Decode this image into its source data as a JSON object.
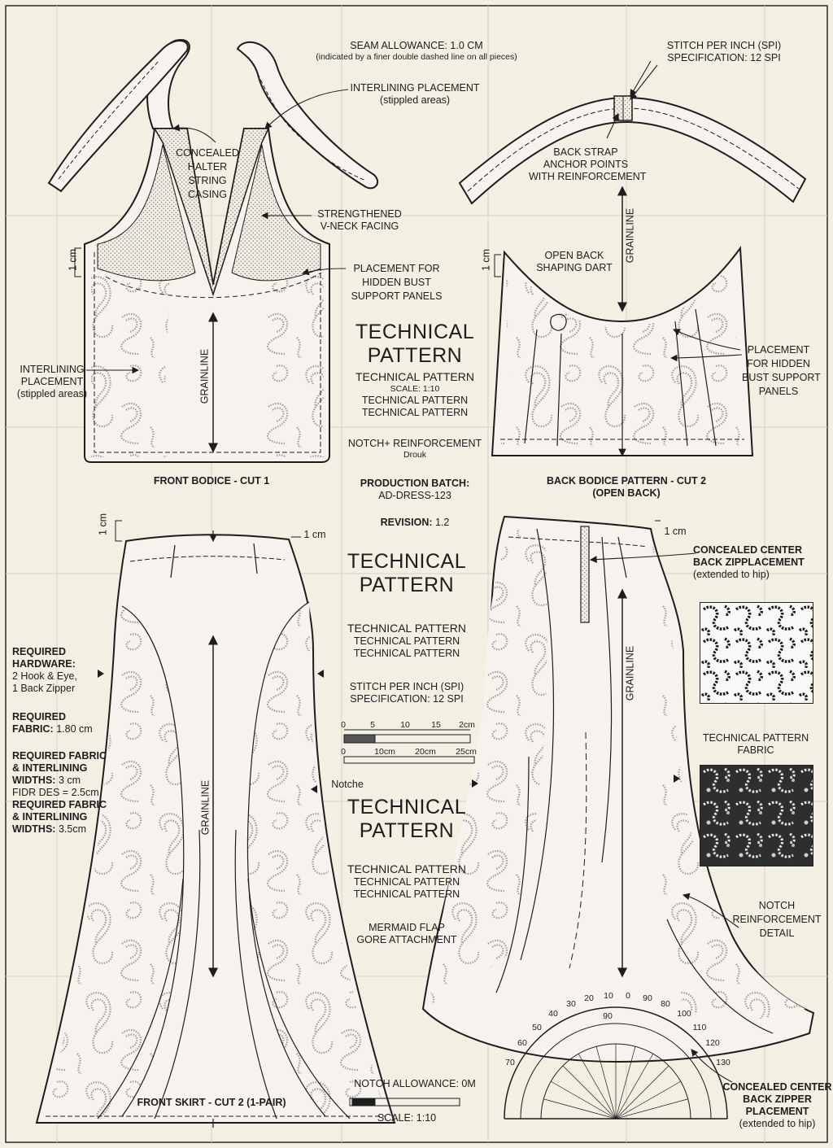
{
  "header": {
    "seam_allowance": "SEAM ALLOWANCE: 1.0 CM",
    "seam_allowance_note": "(indicated by a finer double dashed line on all pieces)",
    "spi_top": [
      "STITCH PER INCH (SPI)",
      "SPECIFICATION: 12 SPI"
    ]
  },
  "front_bodice": {
    "title": "FRONT BODICE - CUT 1",
    "concealed_halter": [
      "CONCEALED",
      "HALTER",
      "STRING",
      "CASING"
    ],
    "interlining_top": [
      "INTERLINING PLACEMENT",
      "(stippled areas)"
    ],
    "vneck": [
      "STRENGTHENED",
      "V-NECK FACING"
    ],
    "bust": [
      "PLACEMENT FOR",
      "HIDDEN BUST",
      "SUPPORT PANELS"
    ],
    "interlining_left": [
      "INTERLINING",
      "PLACEMENT",
      "(stippled areas)"
    ],
    "grainline": "GRAINLINE",
    "seam_1cm": "1 cm"
  },
  "back_strap": {
    "anchor": [
      "BACK STRAP",
      "ANCHOR POINTS",
      "WITH REINFORCEMENT"
    ]
  },
  "back_bodice": {
    "title": [
      "BACK BODICE PATTERN - CUT 2",
      "(OPEN BACK)"
    ],
    "dart": [
      "OPEN BACK",
      "SHAPING DART"
    ],
    "bust": [
      "PLACEMENT",
      "FOR HIDDEN",
      "BUST SUPPORT",
      "PANELS"
    ],
    "grainline": "GRAINLINE",
    "seam_1cm": "1 cm"
  },
  "center": {
    "big_title_1": [
      "TECHNICAL",
      "PATTERN"
    ],
    "sub_1": [
      "TECHNICAL PATTERN",
      "SCALE: 1:10",
      "TECHNICAL PATTERN",
      "TECHNICAL PATTERN"
    ],
    "notch_reinf": "NOTCH+ REINFORCEMENT",
    "notch_reinf_2": "Drouk",
    "batch_label": "PRODUCTION BATCH:",
    "batch_value": "AD-DRESS-123",
    "revision_label": "REVISION:",
    "revision_value": "1.2",
    "big_title_2": [
      "TECHNICAL",
      "PATTERN"
    ],
    "sub_2": [
      "TECHNICAL PATTERN",
      "TECHNICAL PATTERN",
      "TECHNICAL PATTERN"
    ],
    "spi": [
      "STITCH PER INCH (SPI)",
      "SPECIFICATION: 12 SPI"
    ],
    "ruler_top_ticks": [
      "0",
      "5",
      "10",
      "15",
      "2cm"
    ],
    "ruler_bottom_ticks": [
      "0",
      "10cm",
      "20cm",
      "25cm"
    ],
    "notche": "Notche",
    "big_title_3": [
      "TECHNICAL",
      "PATTERN"
    ],
    "sub_3": [
      "TECHNICAL PATTERN",
      "TECHNICAL PATTERN",
      "TECHNICAL PATTERN"
    ],
    "mermaid": [
      "MERMAID FLAP",
      "GORE ATTACHMENT"
    ],
    "notch_allowance": "NOTCH ALLOWANCE: 0M",
    "scale_bottom": "SCALE: 1:10"
  },
  "front_skirt": {
    "title": "FRONT SKIRT - CUT 2 (1-PAIR)",
    "grainline": "GRAINLINE",
    "seam_1cm": "1 cm",
    "seam_1cm_right": "1 cm"
  },
  "left_specs": {
    "hardware_label": [
      "REQUIRED",
      "HARDWARE:"
    ],
    "hardware_value": [
      "2 Hook & Eye,",
      "1 Back Zipper"
    ],
    "fabric_label": "REQUIRED",
    "fabric_label_2": "FABRIC:",
    "fabric_value": "1.80 cm",
    "widths_label": [
      "REQUIRED FABRIC",
      "& INTERLINING",
      "WIDTHS:"
    ],
    "widths_value": "3 cm",
    "fidr": "FIDR DES = 2.5cm",
    "widths2_label": [
      "REQUIRED FABRIC",
      "& INTERLINING",
      "WIDTHS:"
    ],
    "widths2_value": "3.5cm"
  },
  "back_skirt": {
    "zip_top": [
      "CONCEALED CENTER",
      "BACK ZIPPLACEMENT",
      "(extended to hip)"
    ],
    "grainline": "GRAINLINE",
    "seam_1cm": "1 cm",
    "notch_detail": [
      "NOTCH",
      "REINFORCEMENT",
      "DETAIL"
    ],
    "zip_bottom": [
      "CONCEALED CENTER",
      "BACK ZIPPER",
      "PLACEMENT",
      "(extended to hip)"
    ],
    "protractor_outer": [
      "70",
      "60",
      "50",
      "40",
      "30",
      "20",
      "10",
      "0",
      "90",
      "80",
      "100",
      "110",
      "120",
      "130"
    ],
    "protractor_mid": "90"
  },
  "swatch": {
    "caption": [
      "TECHNICAL PATTERN",
      "FABRIC"
    ]
  },
  "colors": {
    "paper": "#f4efe3",
    "ink": "#1d1d1d",
    "paisley": "#a39b9b",
    "grid": "#d8d2c4"
  }
}
